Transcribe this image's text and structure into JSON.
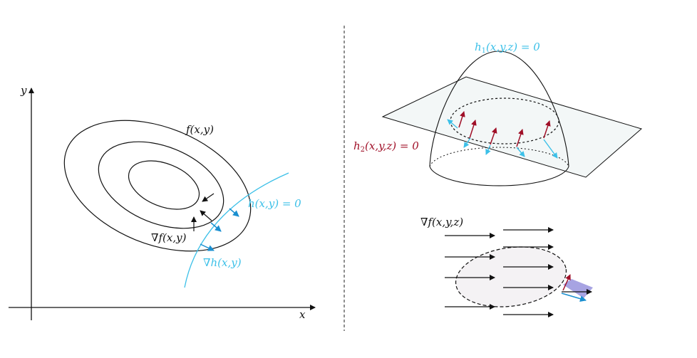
{
  "left_panel": {
    "axis_x_label": "x",
    "axis_y_label": "y",
    "objective_label": "f(x,y)",
    "constraint_label": "h(x,y) = 0",
    "grad_f_label": "∇f(x,y)",
    "grad_h_label": "∇h(x,y)"
  },
  "right_panel": {
    "h1_label": {
      "name": "h",
      "sub": "1",
      "args": "(x,y,z) = 0"
    },
    "h2_label": {
      "name": "h",
      "sub": "2",
      "args": "(x,y,z) = 0"
    },
    "grad_f_label": "∇f(x,y,z)"
  },
  "colors": {
    "ink": "#111111",
    "cyan": "#3cc0e8",
    "blue_arrow": "#1a8fd0",
    "red_arrow": "#a01028",
    "plane_fill": "#f3f7f7",
    "region_fill": "#f4f2f4",
    "tangent_patch": "#8a84d8"
  }
}
